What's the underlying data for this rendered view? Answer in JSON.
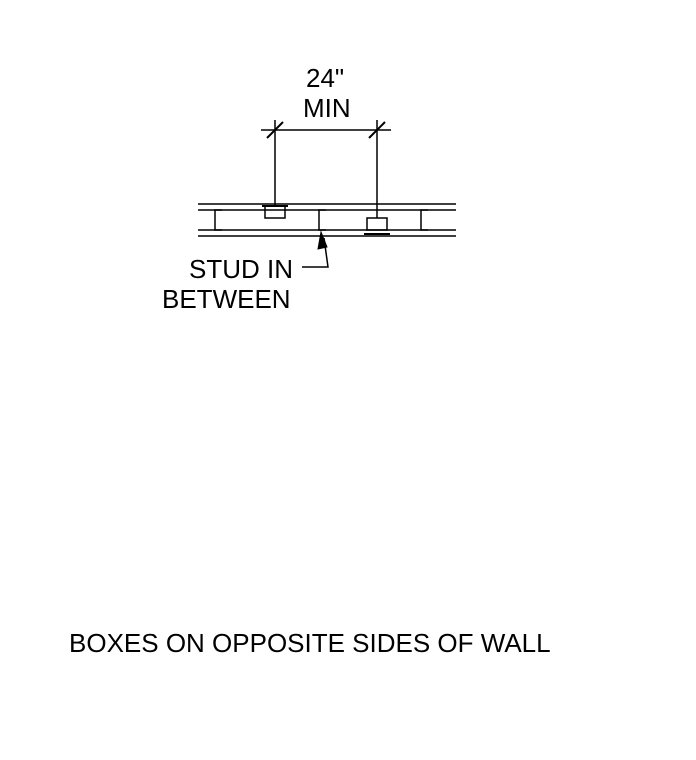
{
  "dimension": {
    "value": "24\"",
    "qualifier": "MIN"
  },
  "stud_callout": {
    "line1": "STUD IN",
    "line2": "BETWEEN"
  },
  "caption": "BOXES ON OPPOSITE SIDES OF WALL",
  "colors": {
    "ink": "#000000",
    "background": "#ffffff"
  }
}
